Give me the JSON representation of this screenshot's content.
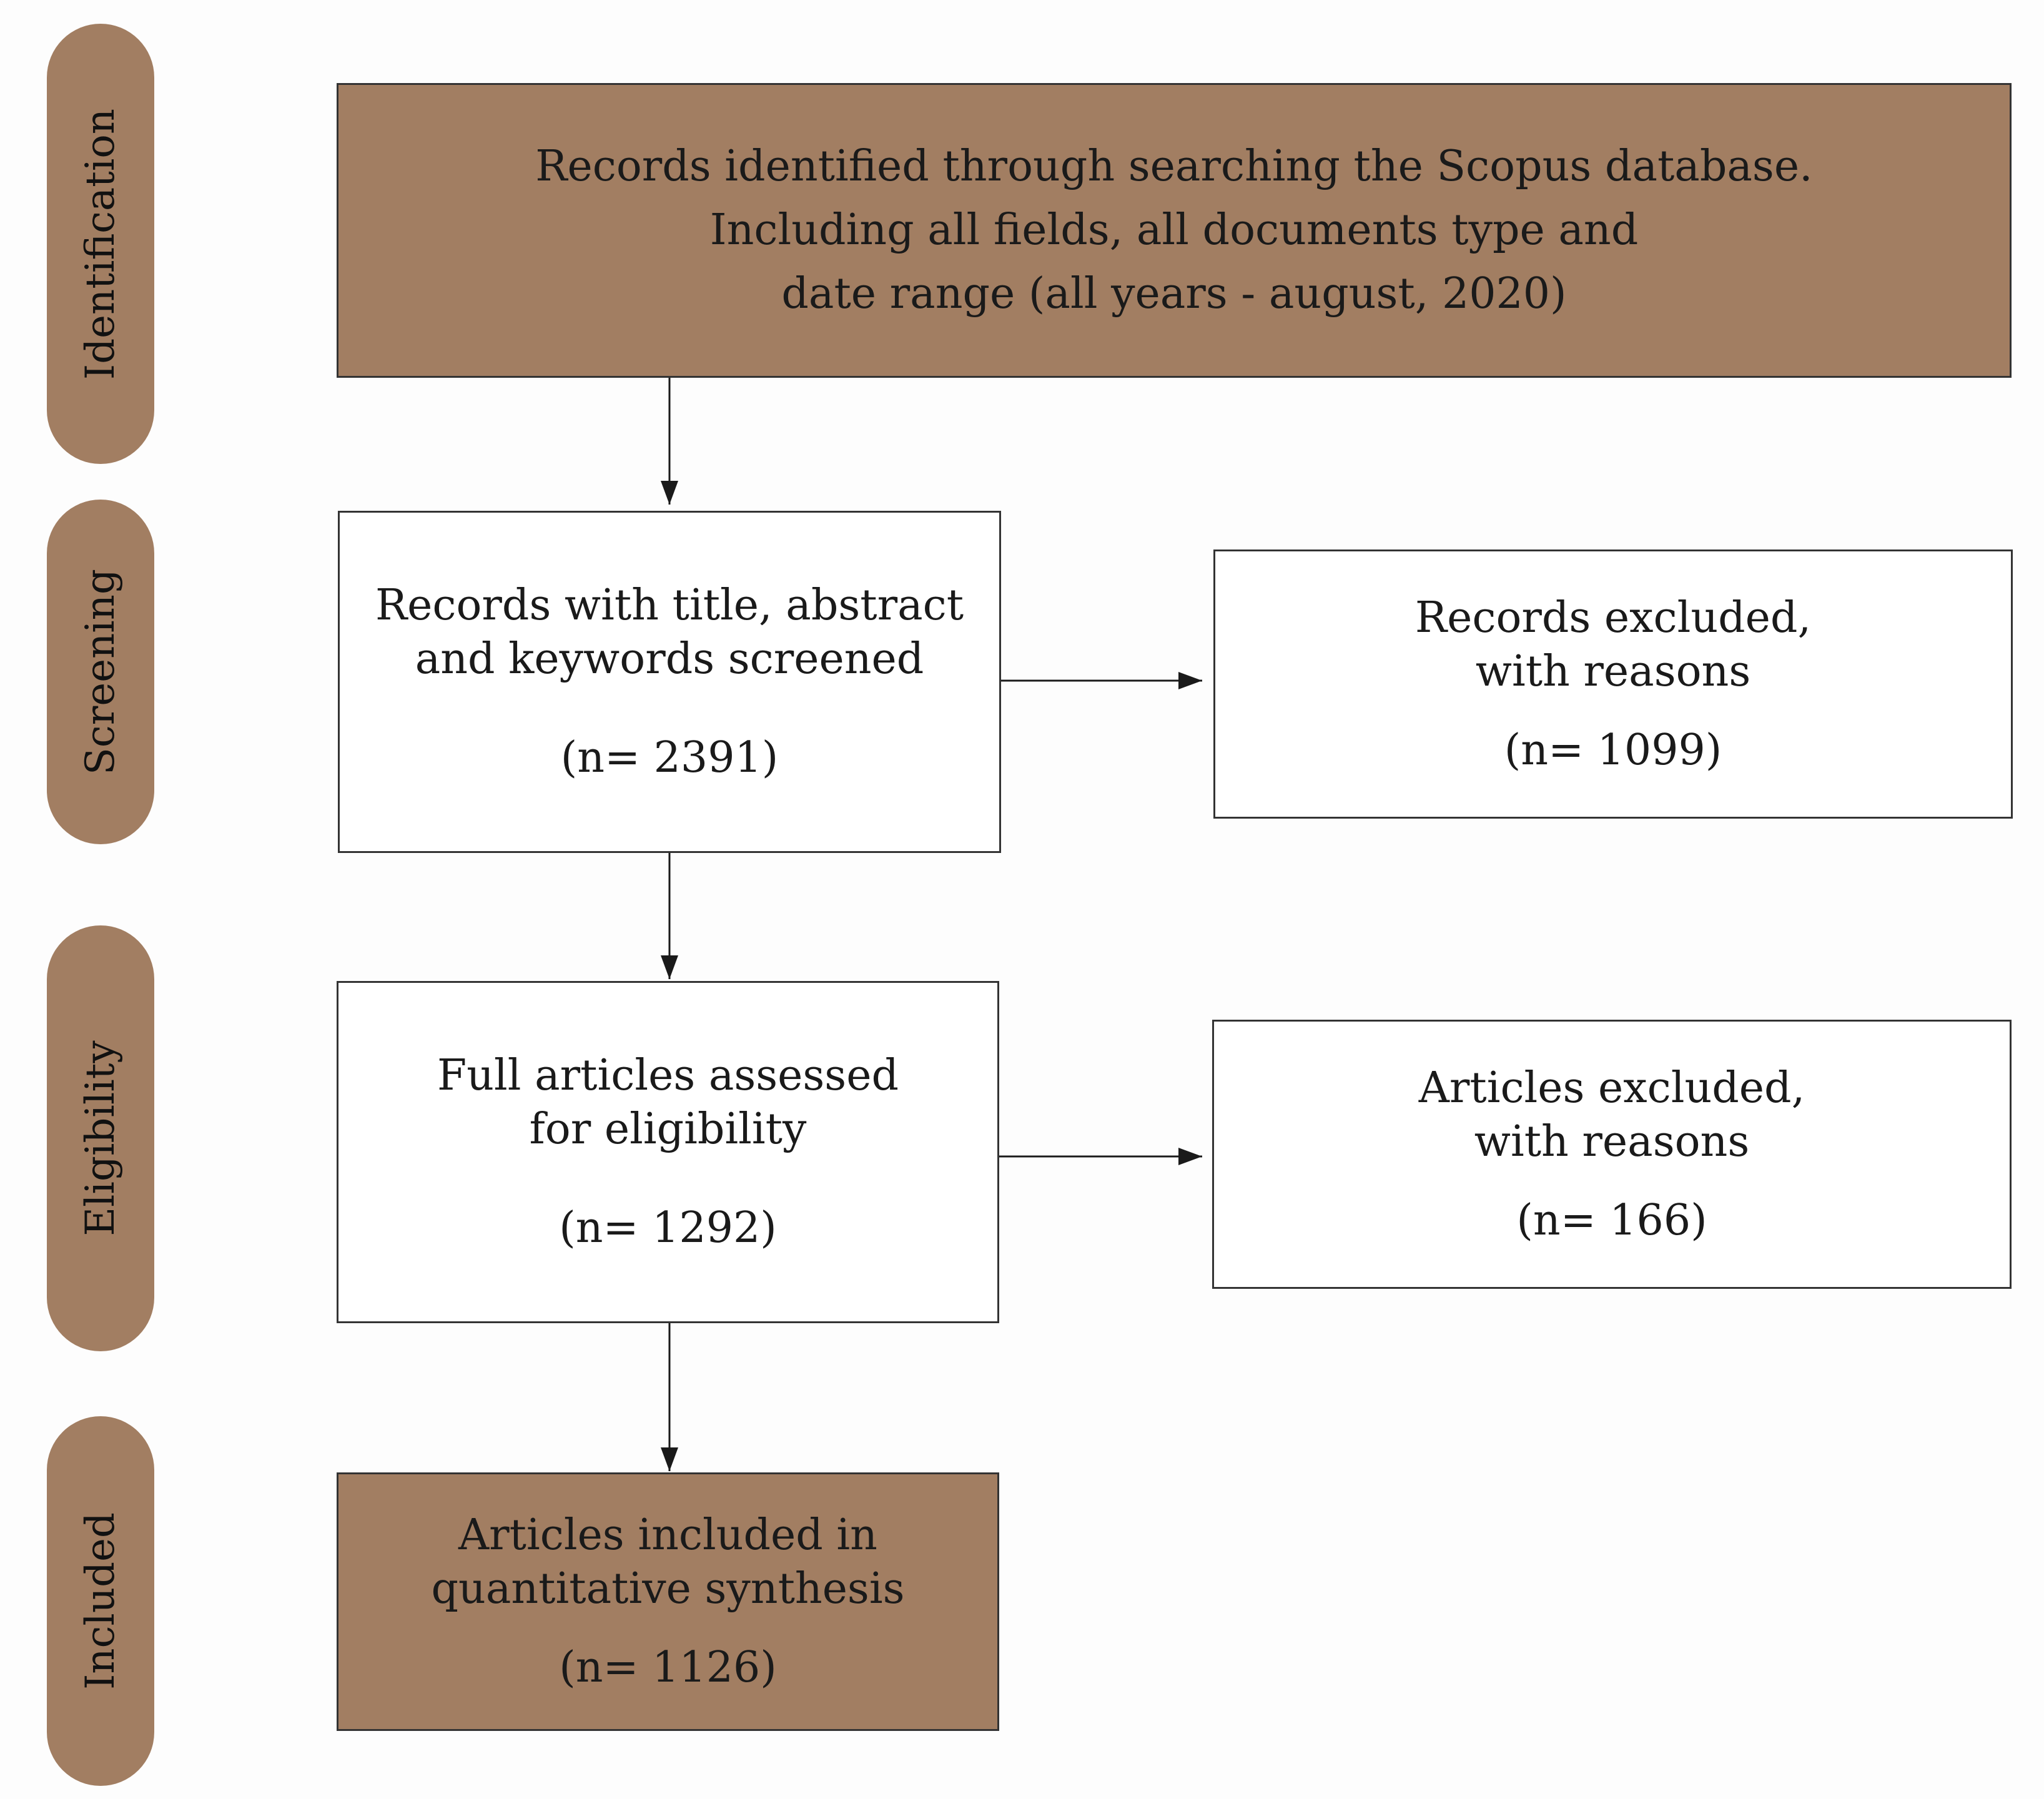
{
  "stages": {
    "identification": "Identification",
    "screening": "Screening",
    "eligibility": "Eligibility",
    "included": "Included"
  },
  "identification_box": {
    "line1": "Records identified through searching the Scopus database.",
    "line2": "Including all fields, all documents type and",
    "line3": "date range (all years - august, 2020)"
  },
  "screening_box": {
    "line1": "Records with title, abstract",
    "line2": "and keywords screened",
    "count": "(n= 2391)"
  },
  "screening_excluded_box": {
    "line1": "Records excluded,",
    "line2": "with reasons",
    "count": "(n= 1099)"
  },
  "eligibility_box": {
    "line1": "Full articles assessed",
    "line2": "for eligibility",
    "count": "(n= 1292)"
  },
  "eligibility_excluded_box": {
    "line1": "Articles excluded,",
    "line2": "with reasons",
    "count": "(n= 166)"
  },
  "included_box": {
    "line1": "Articles included in",
    "line2": "quantitative synthesis",
    "count": "(n= 1126)"
  },
  "colors": {
    "accent_fill": "#a27e62",
    "border": "#333333",
    "arrow": "#1a1a1a"
  }
}
